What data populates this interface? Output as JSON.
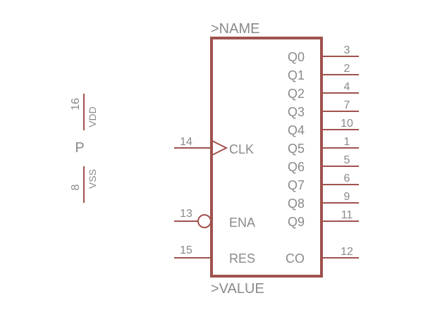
{
  "symbol": {
    "name_label": ">NAME",
    "value_label": ">VALUE",
    "body_color": "#a0524e",
    "pin_color": "#a0524e",
    "text_color": "#8a8a8a"
  },
  "power": {
    "label": "P",
    "vdd": {
      "pin_number": "16",
      "pin_name": "VDD"
    },
    "vss": {
      "pin_number": "8",
      "pin_name": "VSS"
    }
  },
  "left_pins": [
    {
      "number": "14",
      "name": "CLK",
      "kind": "clock"
    },
    {
      "number": "13",
      "name": "ENA",
      "kind": "inverted"
    },
    {
      "number": "15",
      "name": "RES",
      "kind": "normal"
    }
  ],
  "right_pins": [
    {
      "number": "3",
      "name": "Q0"
    },
    {
      "number": "2",
      "name": "Q1"
    },
    {
      "number": "4",
      "name": "Q2"
    },
    {
      "number": "7",
      "name": "Q3"
    },
    {
      "number": "10",
      "name": "Q4"
    },
    {
      "number": "1",
      "name": "Q5"
    },
    {
      "number": "5",
      "name": "Q6"
    },
    {
      "number": "6",
      "name": "Q7"
    },
    {
      "number": "9",
      "name": "Q8"
    },
    {
      "number": "11",
      "name": "Q9"
    },
    {
      "number": "12",
      "name": "CO"
    }
  ]
}
